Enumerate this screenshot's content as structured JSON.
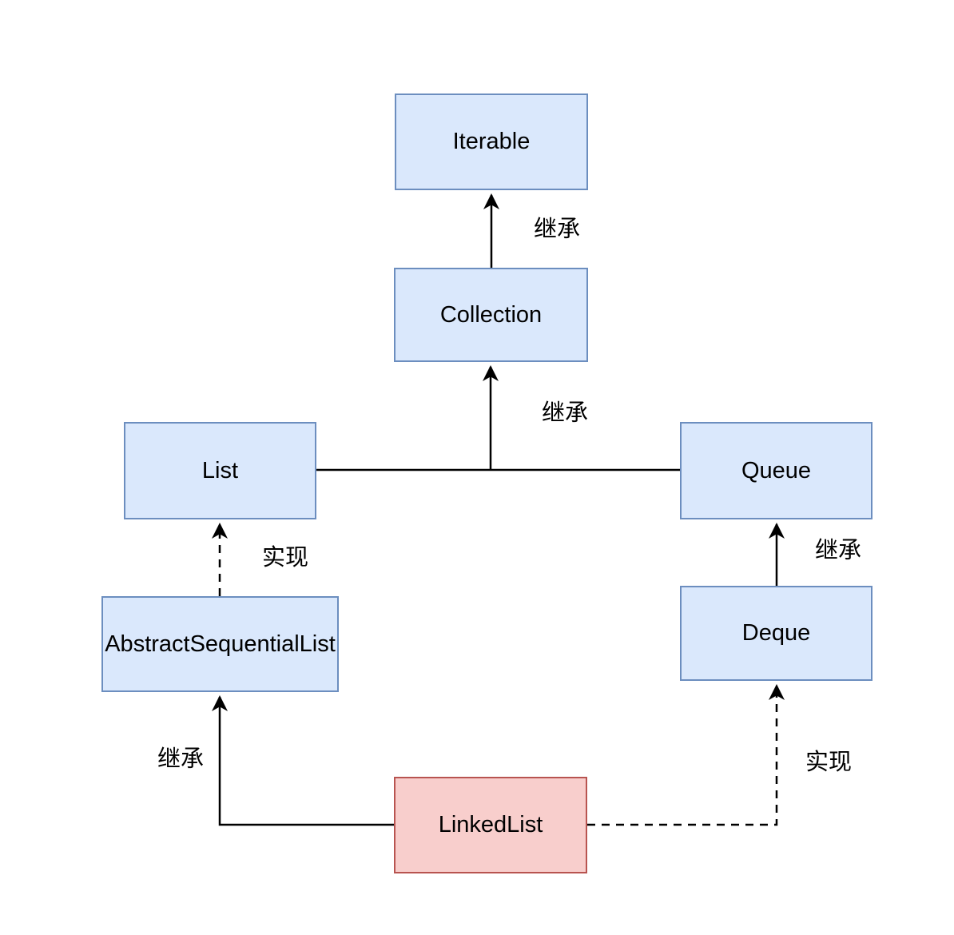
{
  "colors": {
    "interface_fill": "#dae8fc",
    "interface_border": "#6c8ebf",
    "class_fill": "#f8cecc",
    "class_border": "#b85450",
    "edge_line": "#000000",
    "label_color": "#000000"
  },
  "nodes": {
    "iterable": {
      "label": "Iterable"
    },
    "collection": {
      "label": "Collection"
    },
    "list": {
      "label": "List"
    },
    "queue": {
      "label": "Queue"
    },
    "abstract_sequential_list": {
      "label": "AbstractSequentialList"
    },
    "deque": {
      "label": "Deque"
    },
    "linked_list": {
      "label": "LinkedList"
    }
  },
  "edge_labels": {
    "collection_to_iterable": "继承",
    "list_queue_to_collection": "继承",
    "asl_to_list": "实现",
    "deque_to_queue": "继承",
    "linkedlist_to_asl": "继承",
    "linkedlist_to_deque": "实现"
  }
}
